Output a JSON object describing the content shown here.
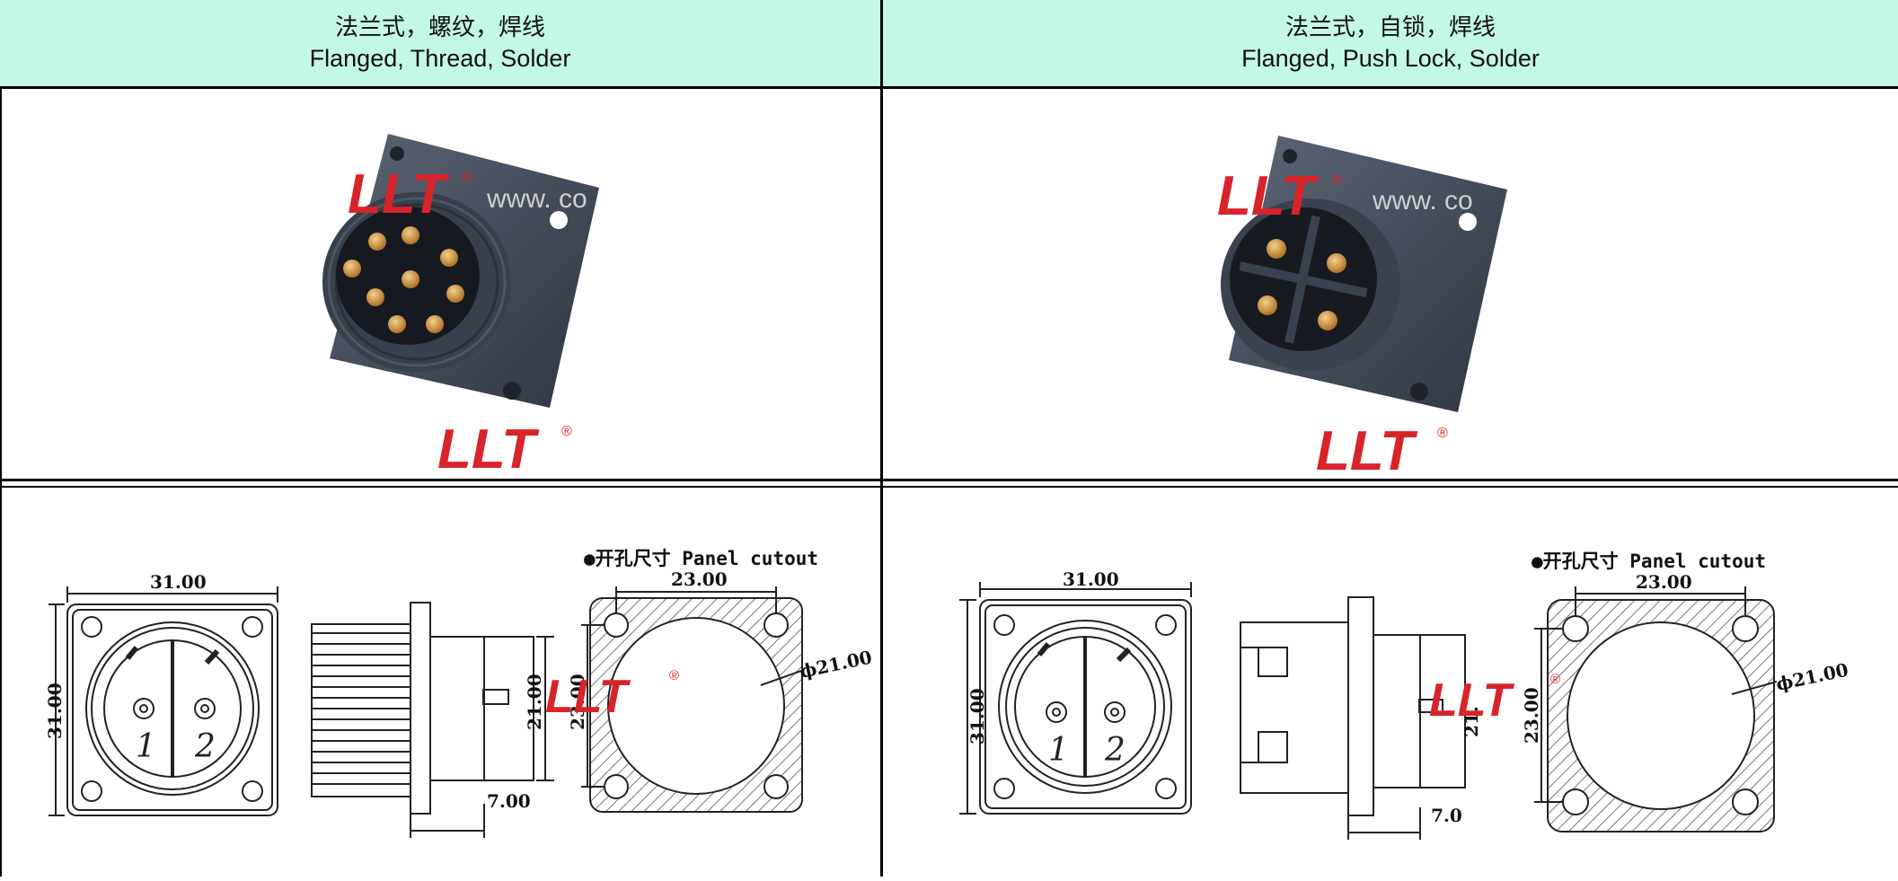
{
  "left_column": {
    "title_cn": "法兰式，螺纹，焊线",
    "title_en": "Flanged, Thread, Solder"
  },
  "right_column": {
    "title_cn": "法兰式，自锁，焊线",
    "title_en": "Flanged, Push Lock, Solder"
  },
  "brand": {
    "logo_text": "LLT",
    "registered_mark": "®",
    "watermark_text": "www. co",
    "logo_color": "#d8232a"
  },
  "drawing_left": {
    "flange_width": "31.00",
    "flange_height": "31.00",
    "body_diameter": "21.00",
    "depth": "7.00",
    "cutout_title": "●开孔尺寸 Panel cutout",
    "cutout_spacing_h": "23.00",
    "cutout_spacing_v": "23.00",
    "cutout_hole": "ϕ21.00",
    "pin_1": "1",
    "pin_2": "2"
  },
  "drawing_right": {
    "flange_width": "31.00",
    "flange_height": "31.00",
    "body_diameter": "21.",
    "depth": "7.0",
    "cutout_title": "●开孔尺寸 Panel cutout",
    "cutout_spacing_h": "23.00",
    "cutout_spacing_v": "23.00",
    "cutout_hole": "ϕ21.00",
    "pin_1": "1",
    "pin_2": "2"
  },
  "colors": {
    "header_bg": "#c3f7e6",
    "connector_body": "#3e4756",
    "contact_gold": "#c8892f"
  }
}
